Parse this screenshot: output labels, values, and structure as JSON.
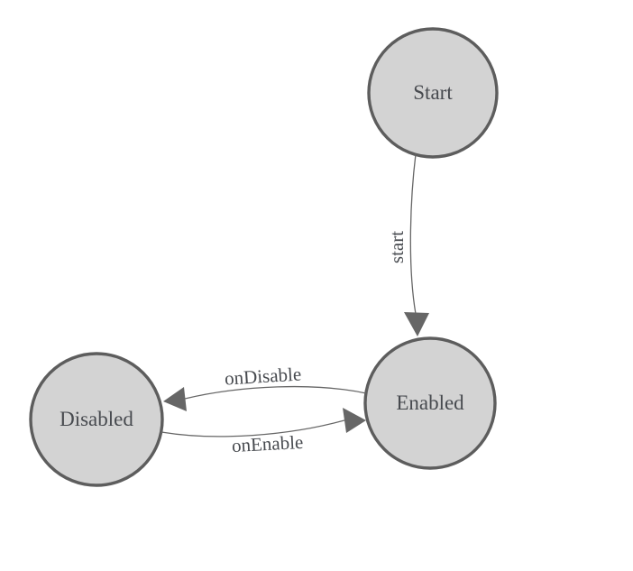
{
  "diagram": {
    "type": "state-machine",
    "background_color": "#ffffff",
    "node_fill_color": "#d3d3d3",
    "node_border_color": "#5d5d5d",
    "edge_color": "#666666",
    "arrow_color": "#666666",
    "label_color": "#474a4f",
    "nodes": [
      {
        "id": "start",
        "label": "Start"
      },
      {
        "id": "enabled",
        "label": "Enabled"
      },
      {
        "id": "disabled",
        "label": "Disabled"
      }
    ],
    "edges": [
      {
        "from": "start",
        "to": "enabled",
        "label": "start"
      },
      {
        "from": "enabled",
        "to": "disabled",
        "label": "onDisable"
      },
      {
        "from": "disabled",
        "to": "enabled",
        "label": "onEnable"
      }
    ]
  }
}
